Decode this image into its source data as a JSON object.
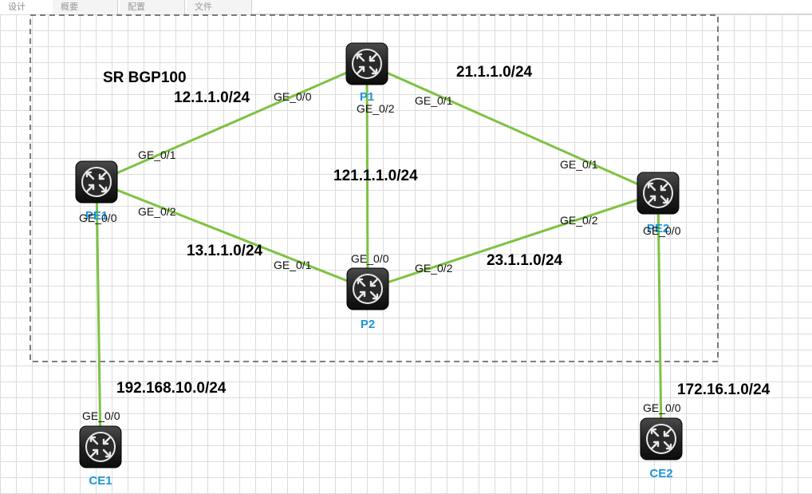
{
  "tabs": [
    {
      "label": "设计",
      "active": true
    },
    {
      "label": "概要",
      "active": false
    },
    {
      "label": "配置",
      "active": false
    },
    {
      "label": "文件",
      "active": false
    }
  ],
  "domain_label": "SR BGP100",
  "devices": {
    "p1": "P1",
    "p2": "P2",
    "pe1": "PE1",
    "pe2": "PE2",
    "ce1": "CE1",
    "ce2": "CE2"
  },
  "networks": {
    "pe1_p1": "12.1.1.0/24",
    "p1_pe2": "21.1.1.0/24",
    "p1_p2": "121.1.1.0/24",
    "pe1_p2": "13.1.1.0/24",
    "p2_pe2": "23.1.1.0/24",
    "pe1_ce1": "192.168.10.0/24",
    "pe2_ce2": "172.16.1.0/24"
  },
  "ports": {
    "p1_ge00": "GE_0/0",
    "p1_ge02": "GE_0/2",
    "p1_ge01": "GE_0/1",
    "pe1_ge01": "GE_0/1",
    "pe1_ge02": "GE_0/2",
    "pe1_ge00": "GE_0/0",
    "p2_ge01": "GE_0/1",
    "p2_ge00": "GE_0/0",
    "p2_ge02": "GE_0/2",
    "pe2_ge01": "GE_0/1",
    "pe2_ge02": "GE_0/2",
    "pe2_ge00": "GE_0/0",
    "ce1_ge00": "GE_0/0",
    "ce2_ge00": "GE_0/0"
  },
  "colors": {
    "link": "#7dc242",
    "device_label": "#1c95d9",
    "router_body": "#1e1e1e"
  }
}
